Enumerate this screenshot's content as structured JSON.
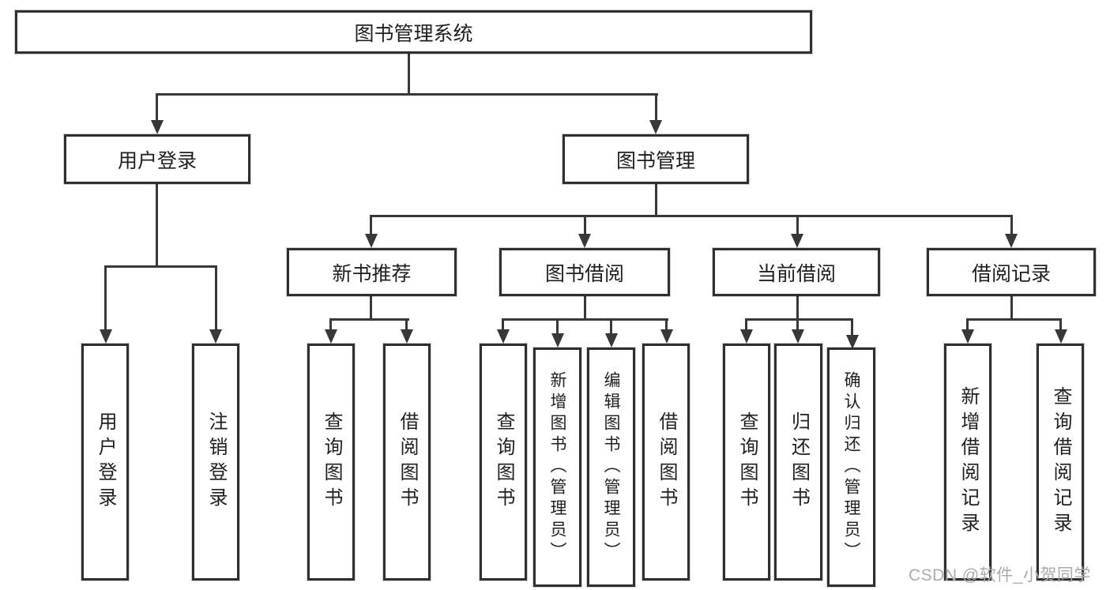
{
  "diagram": {
    "title": "图书管理系统",
    "nodes": {
      "root": "图书管理系统",
      "user_login": "用户登录",
      "book_mgmt": "图书管理",
      "new_book_rec": "新书推荐",
      "book_borrow": "图书借阅",
      "current_borrow": "当前借阅",
      "borrow_records": "借阅记录",
      "leaf_user_login": "用户登录",
      "leaf_logout": "注销登录",
      "leaf_nbr_query": "查询图书",
      "leaf_nbr_borrow": "借阅图书",
      "leaf_bb_query": "查询图书",
      "leaf_bb_add": "新增图书（管理员）",
      "leaf_bb_edit": "编辑图书（管理员）",
      "leaf_bb_borrow": "借阅图书",
      "leaf_cb_query": "查询图书",
      "leaf_cb_return": "归还图书",
      "leaf_cb_confirm": "确认归还（管理员）",
      "leaf_br_add": "新增借阅记录",
      "leaf_br_query": "查询借阅记录"
    },
    "edges": [
      {
        "from": "root",
        "to": [
          "user_login",
          "book_mgmt"
        ]
      },
      {
        "from": "user_login",
        "to": [
          "leaf_user_login",
          "leaf_logout"
        ]
      },
      {
        "from": "book_mgmt",
        "to": [
          "new_book_rec",
          "book_borrow",
          "current_borrow",
          "borrow_records"
        ]
      },
      {
        "from": "new_book_rec",
        "to": [
          "leaf_nbr_query",
          "leaf_nbr_borrow"
        ]
      },
      {
        "from": "book_borrow",
        "to": [
          "leaf_bb_query",
          "leaf_bb_add",
          "leaf_bb_edit",
          "leaf_bb_borrow"
        ]
      },
      {
        "from": "current_borrow",
        "to": [
          "leaf_cb_query",
          "leaf_cb_return",
          "leaf_cb_confirm"
        ]
      },
      {
        "from": "borrow_records",
        "to": [
          "leaf_br_add",
          "leaf_br_query"
        ]
      }
    ],
    "colors": {
      "line": "#383838",
      "border": "#2f2f2f",
      "text": "#1f1f1f",
      "background": "#ffffff",
      "watermark_text_color": "#ababab"
    }
  },
  "watermark": "CSDN @软件_小贺同学"
}
